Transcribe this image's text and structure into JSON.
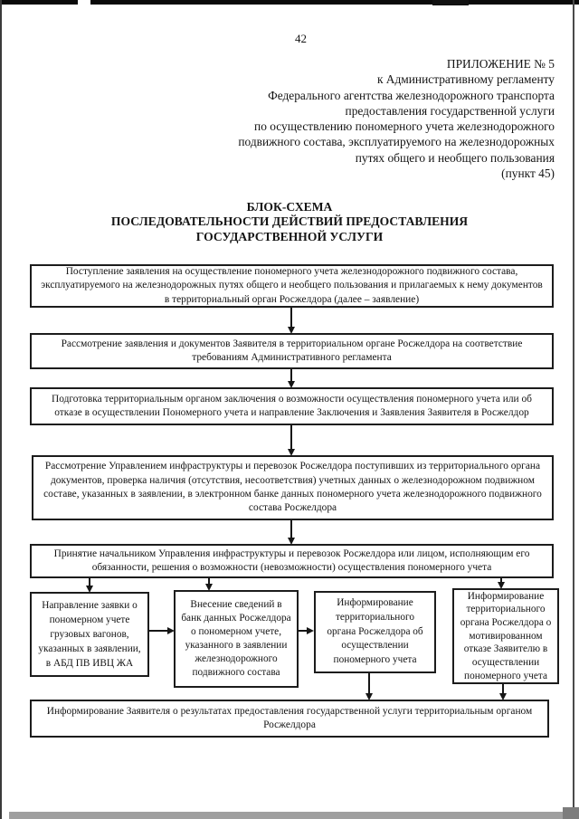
{
  "page": {
    "number": "42"
  },
  "header": {
    "lines": [
      "ПРИЛОЖЕНИЕ № 5",
      "к Административному регламенту",
      "Федерального агентства железнодорожного транспорта",
      "предоставления государственной услуги",
      "по осуществлению пономерного учета железнодорожного",
      "подвижного состава, эксплуатируемого на железнодорожных",
      "путях общего и необщего пользования",
      "(пункт 45)"
    ]
  },
  "title": {
    "lines": [
      "БЛОК-СХЕМА",
      "ПОСЛЕДОВАТЕЛЬНОСТИ ДЕЙСТВИЙ ПРЕДОСТАВЛЕНИЯ",
      "ГОСУДАРСТВЕННОЙ УСЛУГИ"
    ]
  },
  "flowchart": {
    "boxes": [
      {
        "id": "step-1",
        "text": "Поступление заявления на осуществление пономерного учета железнодорожного подвижного состава, эксплуатируемого на железнодорожных путях общего и необщего пользования и прилагаемых к нему документов в территориальный орган Росжелдора (далее – заявление)"
      },
      {
        "id": "step-2",
        "text": "Рассмотрение заявления и документов Заявителя в территориальном органе Росжелдора на соответствие требованиям Административного регламента"
      },
      {
        "id": "step-3",
        "text": "Подготовка территориальным органом заключения о возможности осуществления пономерного учета или об отказе в осуществлении Пономерного учета и направление Заключения и Заявления Заявителя в Росжелдор"
      },
      {
        "id": "step-4",
        "text": "Рассмотрение Управлением инфраструктуры и перевозок Росжелдора поступивших из территориального органа документов, проверка наличия (отсутствия, несоответствия) учетных данных о железнодорожном подвижном составе, указанных в заявлении, в электронном банке данных пономерного учета железнодорожного подвижного состава Росжелдора"
      },
      {
        "id": "step-5",
        "text": "Принятие начальником Управления инфраструктуры и перевозок Росжелдора или лицом, исполняющим его обязанности, решения о возможности (невозможности) осуществления пономерного учета"
      },
      {
        "id": "step-6a",
        "text": "Направление заявки о пономерном учете грузовых вагонов, указанных в заявлении, в АБД ПВ ИВЦ ЖА"
      },
      {
        "id": "step-6b",
        "text": "Внесение сведений в банк данных Росжелдора о пономерном учете, указанного в заявлении железнодорожного подвижного состава"
      },
      {
        "id": "step-6c",
        "text": "Информирование территориального органа Росжелдора об осуществлении пономерного учета"
      },
      {
        "id": "step-6d",
        "text": "Информирование территориального органа Росжелдора о мотивированном отказе Заявителю в осуществлении пономерного учета"
      },
      {
        "id": "step-7",
        "text": "Информирование Заявителя о результатах предоставления государственной услуги территориальным органом Росжелдора"
      }
    ]
  },
  "colors": {
    "text": "#141414",
    "box_border": "#1c1c1c",
    "background": "#ffffff",
    "top_scan_bar": "#0a0a0a",
    "bottom_scan_bar": "#9f9f9f"
  }
}
